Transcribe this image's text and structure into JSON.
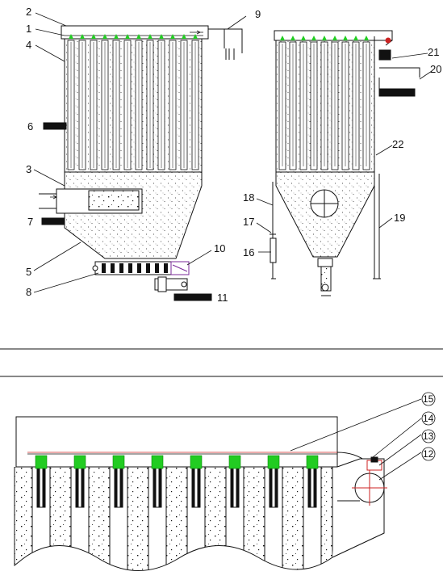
{
  "figure": {
    "labels_top": {
      "l1": "1",
      "l2": "2",
      "l3": "3",
      "l4": "4",
      "l5": "5",
      "l6": "6",
      "l7": "7",
      "l8": "8",
      "l9": "9",
      "l10": "10",
      "l11": "11",
      "l16": "16",
      "l17": "17",
      "l18": "18",
      "l19": "19",
      "l20": "20",
      "l21": "21",
      "l22": "22"
    },
    "labels_bottom": {
      "l12": "12",
      "l13": "13",
      "l14": "14",
      "l15": "15"
    },
    "colors": {
      "line": "#111111",
      "stipple": "#1a1a1a",
      "nozzle": "#22cc22",
      "accent_red": "#cc2222",
      "accent_purple": "#7a2a9a"
    }
  }
}
